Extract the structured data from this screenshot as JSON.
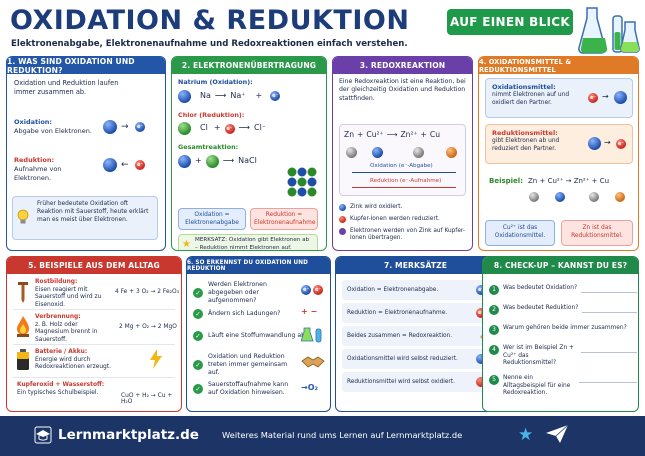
{
  "header": {
    "title": "OXIDATION & REDUKTION",
    "subtitle": "Elektronenabgabe, Elektronenaufnahme und Redoxreaktionen einfach verstehen.",
    "badge": "AUF EINEN BLICK"
  },
  "card1": {
    "title": "1. WAS SIND OXIDATION UND REDUKTION?",
    "intro": "Oxidation und Reduktion laufen immer zusammen ab.",
    "ox_label": "Oxidation:",
    "ox_text": "Abgabe von Elektronen.",
    "red_label": "Reduktion:",
    "red_text": "Aufnahme von Elektronen.",
    "note": "Früher bedeutete Oxidation oft Reaktion mit Sauerstoff, heute erklärt man es meist über Elektronen.",
    "e": "e⁻"
  },
  "card2": {
    "title": "2. ELEKTRONENÜBERTRAGUNG",
    "na_label": "Natrium (Oxidation):",
    "na_eq": [
      "Na",
      "Na⁺",
      "+"
    ],
    "cl_label": "Chlor (Reduktion):",
    "cl_eq": [
      "Cl",
      "+",
      "Cl⁻"
    ],
    "total_label": "Gesamtreaktion:",
    "total_eq": [
      "+",
      "NaCl"
    ],
    "box_ox": "Oxidation = Elektronenabgabe",
    "box_red": "Reduktion = Elektronenaufnahme",
    "merksatz": "MERKSATZ: Oxidation gibt Elektronen ab – Reduktion nimmt Elektronen auf.",
    "e": "e⁻"
  },
  "card3": {
    "title": "3. REDOXREAKTION",
    "intro": "Eine Redoxreaktion ist eine Reaktion, bei der gleichzeitig Oxidation und Reduktion stattfinden.",
    "eq": [
      "Zn",
      "+",
      "Cu²⁺",
      "Zn²⁺",
      "+",
      "Cu"
    ],
    "ox_line": "Oxidation (e⁻-Abgabe)",
    "red_line": "Reduktion (e⁻-Aufnahme)",
    "legend": [
      "Zink wird oxidiert.",
      "Kupfer-Ionen werden reduziert.",
      "Elektronen werden von Zink auf Kupfer-Ionen übertragen."
    ]
  },
  "card4": {
    "title": "4. OXIDATIONSMITTEL & REDUKTIONSMITTEL",
    "om_label": "Oxidationsmittel:",
    "om_text": "nimmt Elektronen auf und oxidiert den Partner.",
    "rm_label": "Reduktionsmittel:",
    "rm_text": "gibt Elektronen ab und reduziert den Partner.",
    "example_label": "Beispiel:",
    "example_eq": "Zn + Cu²⁺ → Zn²⁺ + Cu",
    "box_cu": "Cu²⁺ ist das Oxidationsmittel.",
    "box_zn": "Zn ist das Reduktionsmittel.",
    "e": "e⁻"
  },
  "card5": {
    "title": "5. BEISPIELE AUS DEM ALLTAG",
    "items": [
      {
        "label": "Rostbildung:",
        "text": "Eisen reagiert mit Sauerstoff und wird zu Eisenoxid.",
        "eq": "4 Fe + 3 O₂ → 2 Fe₂O₃"
      },
      {
        "label": "Verbrennung:",
        "text": "z. B. Holz oder Magnesium brennt in Sauerstoff.",
        "eq": "2 Mg + O₂ → 2 MgO"
      },
      {
        "label": "Batterie / Akku:",
        "text": "Energie wird durch Redoxreaktionen erzeugt.",
        "eq": ""
      },
      {
        "label": "Kupferoxid + Wasserstoff:",
        "text": "Ein typisches Schulbeispiel.",
        "eq": "CuO + H₂ → Cu + H₂O"
      }
    ]
  },
  "card6": {
    "title": "6. SO ERKENNST DU OXIDATION UND REDUKTION",
    "items": [
      "Werden Elektronen abgegeben oder aufgenommen?",
      "Ändern sich Ladungen?",
      "Läuft eine Stoffumwandlung ab?",
      "Oxidation und Reduktion treten immer gemeinsam auf.",
      "Sauerstoffaufnahme kann auf Oxidation hinweisen."
    ],
    "e": "e⁻",
    "o2": "O₂"
  },
  "card7": {
    "title": "7. MERKSÄTZE",
    "items": [
      "Oxidation = Elektronenabgabe.",
      "Reduktion = Elektronenaufnahme.",
      "Beides zusammen = Redoxreaktion.",
      "Oxidationsmittel wird selbst reduziert.",
      "Reduktionsmittel wird selbst oxidiert."
    ],
    "e": "e⁻"
  },
  "card8": {
    "title": "8. CHECK-UP – KANNST DU ES?",
    "questions": [
      "Was bedeutet Oxidation?",
      "Was bedeutet Reduktion?",
      "Warum gehören beide immer zusammen?",
      "Wer ist im Beispiel Zn + Cu²⁺ das Reduktionsmittel?",
      "Nenne ein Alltagsbeispiel für eine Redoxreaktion."
    ],
    "numbers": [
      "1",
      "2",
      "3",
      "4",
      "5"
    ]
  },
  "footer": {
    "brand": "Lernmarktplatz.de",
    "text": "Weiteres Material rund ums Lernen auf Lernmarktplatz.de"
  },
  "colors": {
    "blue": "#2456a8",
    "green": "#2a9a4a",
    "purple": "#6b3fa8",
    "orange": "#e07a26",
    "red": "#c8382e",
    "footer": "#1c3566"
  }
}
